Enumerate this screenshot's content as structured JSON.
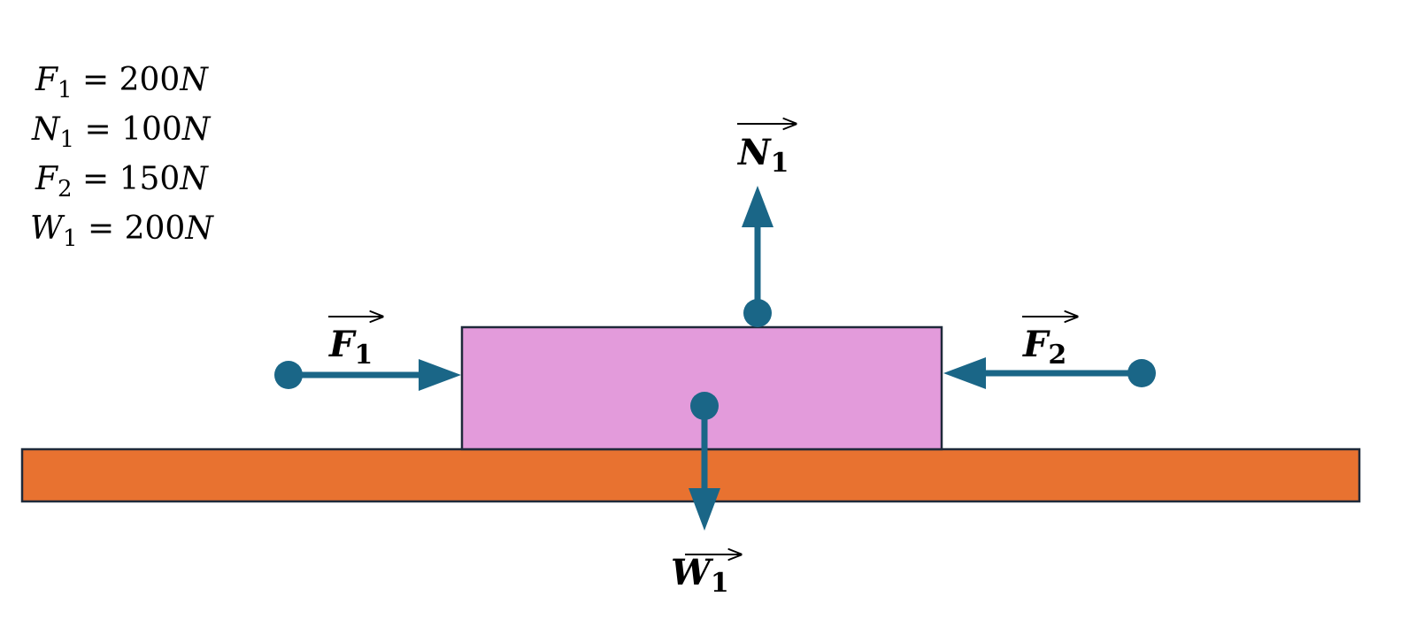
{
  "diagram": {
    "title": "Free body diagram",
    "colors": {
      "ground": "#e87230",
      "block": "#e39bdb",
      "arrow": "#1a6687",
      "outline": "#1f2a3a"
    },
    "given": [
      {
        "symbol": "F",
        "sub": "1",
        "eq": " = ",
        "value": "200",
        "unit": "N"
      },
      {
        "symbol": "N",
        "sub": "1",
        "eq": " = ",
        "value": "100",
        "unit": "N"
      },
      {
        "symbol": "F",
        "sub": "2",
        "eq": " = ",
        "value": "150",
        "unit": "N"
      },
      {
        "symbol": "W",
        "sub": "1",
        "eq": " = ",
        "value": "200",
        "unit": "N"
      }
    ],
    "vectors": {
      "F1": {
        "symbol": "F",
        "sub": "1",
        "direction": "right"
      },
      "F2": {
        "symbol": "F",
        "sub": "2",
        "direction": "left"
      },
      "N1": {
        "symbol": "N",
        "sub": "1",
        "direction": "up"
      },
      "W1": {
        "symbol": "W",
        "sub": "1",
        "direction": "down"
      }
    }
  }
}
